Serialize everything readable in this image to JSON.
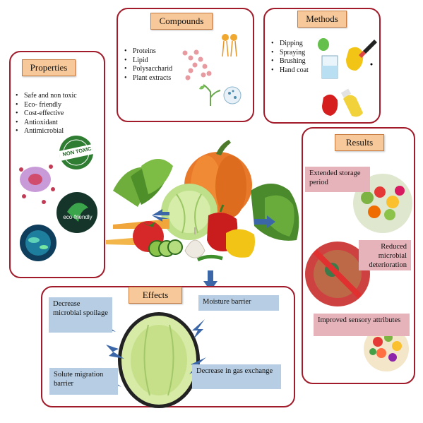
{
  "properties": {
    "title": "Properties",
    "items": [
      "Safe and non toxic",
      "Eco- friendly",
      "Cost-effective",
      "Antioxidant",
      "Antimicrobial"
    ],
    "badge_text": "NON TOXIC",
    "eco_text": "eco-friendly"
  },
  "compounds": {
    "title": "Compounds",
    "items": [
      "Proteins",
      "Lipid",
      "Polysaccharid",
      "Plant extracts"
    ]
  },
  "methods": {
    "title": "Methods",
    "items": [
      "Dipping",
      "Spraying",
      "Brushing",
      "Hand coat"
    ]
  },
  "results": {
    "title": "Results",
    "items": [
      "Extended storage period",
      "Reduced microbial deterioration",
      "Improved sensory attributes"
    ]
  },
  "effects": {
    "title": "Effects",
    "labels": {
      "decrease_spoilage": "Decrease microbial spoilage",
      "moisture": "Moisture barrier",
      "solute": "Solute migration barrier",
      "gas": "Decrease in gas exchange"
    }
  },
  "colors": {
    "panel_border": "#a11b2a",
    "title_fill": "#f6c89a",
    "effect_label_fill": "#b6cde3",
    "result_label_fill": "#e7b3bb",
    "arrow_blue": "#3b67a8"
  }
}
